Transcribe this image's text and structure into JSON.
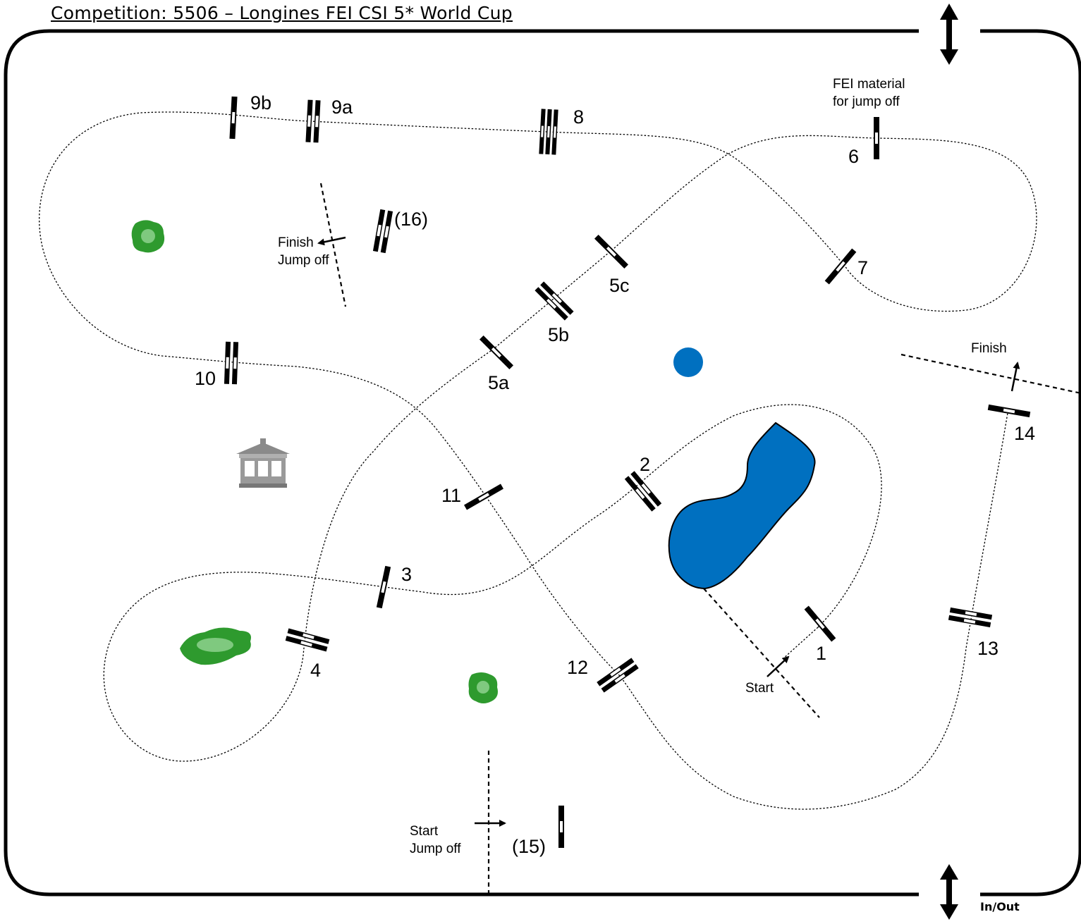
{
  "title": "Competition: 5506 – Longines FEI CSI 5* World Cup",
  "labels": {
    "fence_1": "1",
    "fence_2": "2",
    "fence_3": "3",
    "fence_4": "4",
    "fence_5a": "5a",
    "fence_5b": "5b",
    "fence_5c": "5c",
    "fence_6": "6",
    "fence_7": "7",
    "fence_8": "8",
    "fence_9a": "9a",
    "fence_9b": "9b",
    "fence_10": "10",
    "fence_11": "11",
    "fence_12": "12",
    "fence_13": "13",
    "fence_14": "14",
    "fence_15": "(15)",
    "fence_16": "(16)",
    "fei_material_line1": "FEI material",
    "fei_material_line2": "for jump off",
    "finish_jump_off_line1": "Finish",
    "finish_jump_off_line2": "Jump off",
    "finish": "Finish",
    "start": "Start",
    "start_jump_off_line1": "Start",
    "start_jump_off_line2": "Jump off",
    "in_out": "In/Out"
  },
  "colors": {
    "water": "#0070C0",
    "bush": "#2e9a2e",
    "bush_light": "#7fc97f",
    "gazebo": "#8a8a8a"
  }
}
